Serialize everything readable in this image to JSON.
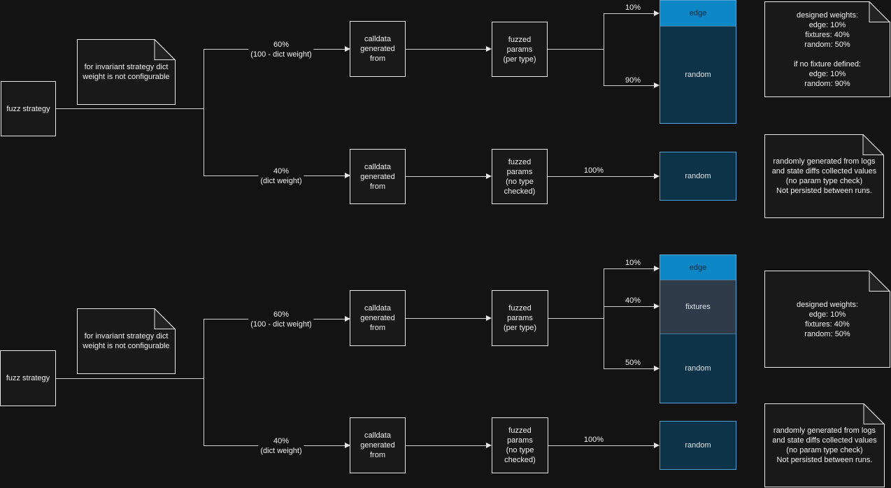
{
  "colors": {
    "background": "#131313",
    "edge_fill": "#0d87c5",
    "fixtures_fill": "#2f3b48",
    "random_fill": "#0d3349",
    "stack_border": "#57a7d9",
    "line": "#d0d0d0"
  },
  "top": {
    "fuzz_label": "fuzz strategy",
    "note_dict": "for invariant strategy dict\nweight is not configurable",
    "branch_60_label": "60%\n(100 - dict weight)",
    "branch_40_label": "40%\n(dict weight)",
    "calldata_1": "calldata\ngenerated\nfrom",
    "calldata_2": "calldata\ngenerated\nfrom",
    "fuzzed_per_type": "fuzzed\nparams\n(per type)",
    "fuzzed_no_type": "fuzzed\nparams\n(no type\nchecked)",
    "pct_edge": "10%",
    "pct_random": "90%",
    "pct_100": "100%",
    "stack": {
      "edge": "edge",
      "random": "random"
    },
    "random_box": "random",
    "note_weights": "designed weights:\nedge: 10%\nfixtures: 40%\nrandom: 50%\n\nif no fixture defined:\nedge: 10%\nrandom: 90%",
    "note_random": "randomly generated from logs\nand state diffs collected values\n(no param type check)\nNot persisted between runs."
  },
  "bottom": {
    "fuzz_label": "fuzz strategy",
    "note_dict": "for invariant strategy dict\nweight is not configurable",
    "branch_60_label": "60%\n(100 - dict weight)",
    "branch_40_label": "40%\n(dict weight)",
    "calldata_1": "calldata\ngenerated\nfrom",
    "calldata_2": "calldata\ngenerated\nfrom",
    "fuzzed_per_type": "fuzzed\nparams\n(per type)",
    "fuzzed_no_type": "fuzzed\nparams\n(no type\nchecked)",
    "pct_edge": "10%",
    "pct_fixtures": "40%",
    "pct_random": "50%",
    "pct_100": "100%",
    "stack": {
      "edge": "edge",
      "fixtures": "fixtures",
      "random": "random"
    },
    "random_box": "random",
    "note_weights": "designed weights:\nedge: 10%\nfixtures: 40%\nrandom: 50%",
    "note_random": "randomly generated from logs\nand state diffs collected values\n(no param type check)\nNot persisted between runs."
  }
}
